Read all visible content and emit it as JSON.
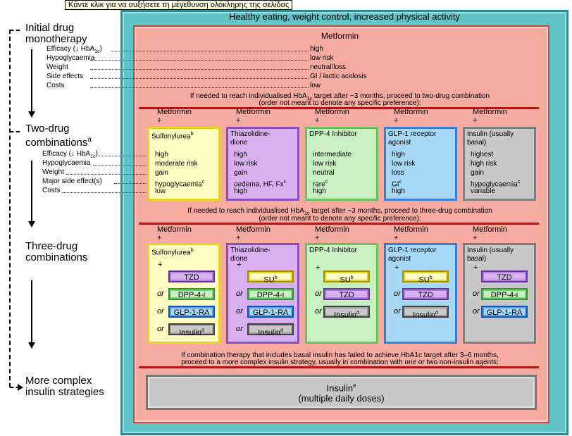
{
  "tooltip": "Κάντε κλικ για να αυξήσετε τη μέγεθυνση ολόκληρης της σελίδας",
  "outer_title": "Healthy eating, weight control, increased physical activity",
  "stages": {
    "initial": [
      "Initial drug",
      "monotherapy"
    ],
    "two": [
      "Two-drug",
      "combinations"
    ],
    "two_sup": "a",
    "three": [
      "Three-drug",
      "combinations"
    ],
    "complex": [
      "More complex",
      "insulin strategies"
    ]
  },
  "mono": {
    "title": "Metformin",
    "rows": [
      {
        "label": "Efficacy (↓ HbA",
        "sub": "1c",
        "tail": ")",
        "value": "high"
      },
      {
        "label": "Hypoglycaemia",
        "value": "low risk"
      },
      {
        "label": "Weight",
        "value": "neutral/loss"
      },
      {
        "label": "Side effects",
        "value": "GI / lactic acidosis"
      },
      {
        "label": "Costs",
        "value": "low"
      }
    ],
    "note1a": "If needed to reach individualised HbA",
    "note1sub": "1c",
    "note1b": " target after ~3 months, proceed to two-drug combination",
    "note2": "(order not meant to denote any specific preference):"
  },
  "two": {
    "labels": [
      {
        "label": "Efficacy (↓ HbA",
        "sub": "1c",
        "tail": ")"
      },
      {
        "label": "Hypoglycaemia"
      },
      {
        "label": "Weight"
      },
      {
        "label": "Major side effect(s)"
      },
      {
        "label": "Costs"
      }
    ],
    "metformin": "Metformin",
    "plus": "+",
    "drugs": [
      {
        "name": "Sulfonylurea",
        "sup": "b",
        "values": [
          "high",
          "moderate risk",
          "gain",
          "hypoglycaemia",
          "low"
        ],
        "sup4": "c"
      },
      {
        "name": "Thiazolidine-",
        "name2": "dione",
        "values": [
          "high",
          "low risk",
          "gain",
          "oedema, HF, Fx",
          "high"
        ],
        "sup4": "c"
      },
      {
        "name": "DPP-4 Inhibitor",
        "values": [
          "intermediate",
          "low risk",
          "neutral",
          "rare",
          "high"
        ],
        "sup4": "c"
      },
      {
        "name": "GLP-1 receptor",
        "name2": "agonist",
        "values": [
          "high",
          "low risk",
          "loss",
          "GI",
          "high"
        ],
        "sup4": "c"
      },
      {
        "name": "Insulin (usually",
        "name2": "basal)",
        "values": [
          "highest",
          "high risk",
          "gain",
          "hypoglycaemia",
          "variable"
        ],
        "sup4": "c"
      }
    ],
    "note1a": "If needed to reach individualised HbA",
    "note1sub": "1c",
    "note1b": " target after ~3 months, proceed to three-drug combination",
    "note2": "(order not meant to denote any specific preference):"
  },
  "three": {
    "metformin": "Metformin",
    "plus": "+",
    "or": "or",
    "drugs": [
      {
        "name": "Sulfonylurea",
        "sup": "b",
        "opts": [
          {
            "t": "TZD"
          },
          {
            "t": "DPP-4-i"
          },
          {
            "t": "GLP-1-RA"
          },
          {
            "t": "Insulin",
            "sup": "d"
          }
        ]
      },
      {
        "name": "Thiazolidine-",
        "name2": "dione",
        "opts": [
          {
            "t": "SU",
            "sup": "b"
          },
          {
            "t": "DPP-4-i"
          },
          {
            "t": "GLP-1-RA"
          },
          {
            "t": "Insulin",
            "sup": "d"
          }
        ]
      },
      {
        "name": "DPP-4 Inhibitor",
        "opts": [
          {
            "t": "SU",
            "sup": "b"
          },
          {
            "t": "TZD"
          },
          {
            "t": "Insulin",
            "sup": "d"
          }
        ]
      },
      {
        "name": "GLP-1 receptor",
        "name2": "agonist",
        "opts": [
          {
            "t": "SU",
            "sup": "b"
          },
          {
            "t": "TZD"
          },
          {
            "t": "Insulin",
            "sup": "d"
          }
        ]
      },
      {
        "name": "Insulin (usually",
        "name2": "basal)",
        "opts": [
          {
            "t": "TZD"
          },
          {
            "t": "DPP-4-i"
          },
          {
            "t": "GLP-1-RA"
          }
        ]
      }
    ],
    "note1": "If combination therapy that includes basal insulin has failed to achieve HbA1c target after 3–6 months,",
    "note2": "proceed to a more complex insulin strategy, usually in combination with one or two non-insulin agents:"
  },
  "final": {
    "line1": "Insulin",
    "sup": "e",
    "line2": "(multiple daily doses)"
  },
  "colors": {
    "teal": "#5fc3c8",
    "pink": "#f7aaa0",
    "red": "#b01818",
    "yellow": "#ffffc4",
    "purple": "#d8b0f0",
    "green": "#c8f0c0",
    "blue": "#a8d8f8",
    "grey": "#c8c8c8"
  }
}
